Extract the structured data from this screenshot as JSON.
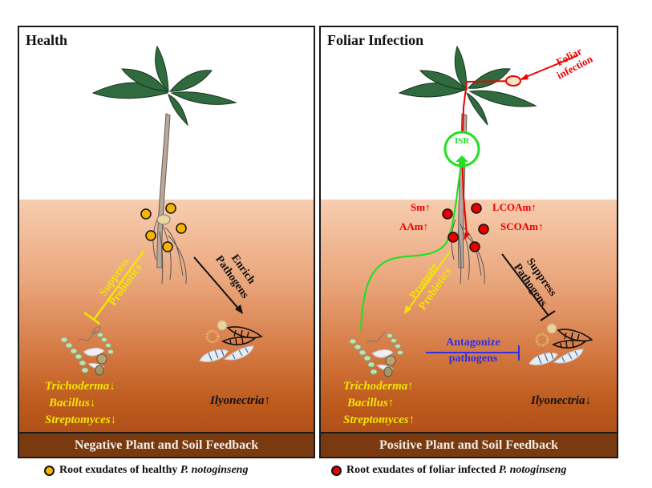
{
  "colors": {
    "healthy_exudate": "#f7b500",
    "infected_exudate": "#e80000",
    "suppress_probiotics": "#f2e600",
    "pathogen_arrow": "#111111",
    "isr": "#22e022",
    "antagonize": "#3030e0",
    "footer_bg": "#7a3a10"
  },
  "left_panel": {
    "title": "Health",
    "arrow_left_line1": "Suppress",
    "arrow_left_line2": "Probiotics",
    "arrow_right_line1": "Enrich",
    "arrow_right_line2": "Pathogens",
    "probiotics": [
      {
        "name": "Trichoderma",
        "trend": "↓"
      },
      {
        "name": "Bacillus",
        "trend": "↓"
      },
      {
        "name": "Streptomyces",
        "trend": "↓"
      }
    ],
    "pathogen": {
      "name": "Ilyonectria",
      "trend": "↑"
    },
    "footer": "Negative Plant and Soil Feedback"
  },
  "right_panel": {
    "title": "Foliar Infection",
    "infection_label_line1": "Foliar",
    "infection_label_line2": "infection",
    "isr_label": "ISR",
    "metabolites": [
      {
        "name": "Sm",
        "trend": "↑"
      },
      {
        "name": "AAm",
        "trend": "↑"
      },
      {
        "name": "LCOAm",
        "trend": "↑"
      },
      {
        "name": "SCOAm",
        "trend": "↑"
      }
    ],
    "arrow_left_line1": "Promote",
    "arrow_left_line2": "Probiotics",
    "arrow_right_line1": "Suppress",
    "arrow_right_line2": "Pathogens",
    "antagonize_line1": "Antagonize",
    "antagonize_line2": "pathogens",
    "probiotics": [
      {
        "name": "Trichoderma",
        "trend": "↑"
      },
      {
        "name": "Bacillus",
        "trend": "↑"
      },
      {
        "name": "Streptomyces",
        "trend": "↑"
      }
    ],
    "pathogen": {
      "name": "Ilyonectria",
      "trend": "↓"
    },
    "footer": "Positive Plant and Soil Feedback"
  },
  "legend": {
    "healthy_prefix": "Root exudates of healthy ",
    "healthy_species": "P. notoginseng",
    "infected_prefix": "Root exudates of foliar infected ",
    "infected_species": "P. notoginseng"
  }
}
